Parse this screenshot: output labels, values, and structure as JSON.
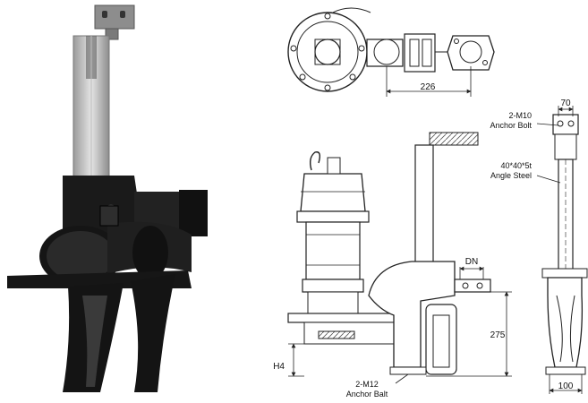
{
  "dimensions": {
    "top_width": "226",
    "side_height": "275",
    "dn": "DN",
    "h4": "H4",
    "anchor_width": "70",
    "base_width": "100"
  },
  "labels": {
    "anchor_bolt_top_line1": "2-M10",
    "anchor_bolt_top_line2": "Anchor Bolt",
    "angle_steel_line1": "40*40*5t",
    "angle_steel_line2": "Angle Steel",
    "anchor_bolt_bottom_line1": "2-M12",
    "anchor_bolt_bottom_line2": "Anchor Balt"
  }
}
